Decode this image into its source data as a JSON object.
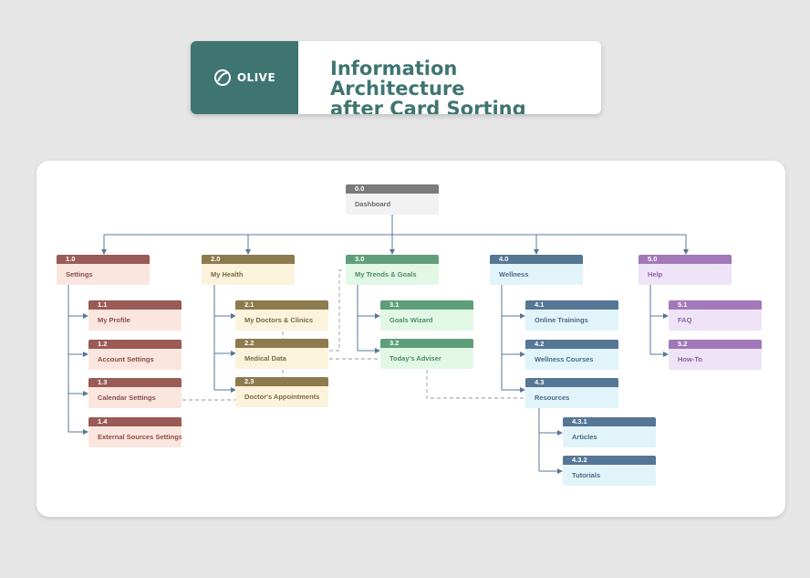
{
  "header": {
    "logo_text": "OLIVE",
    "title": "Information Architecture\nafter Card Sorting",
    "brand_color": "#3f7570"
  },
  "nodes": {
    "dashboard": {
      "num": "0.0",
      "label": "Dashboard"
    },
    "n1": {
      "num": "1.0",
      "label": "Settings"
    },
    "n1_1": {
      "num": "1.1",
      "label": "My Profile"
    },
    "n1_2": {
      "num": "1.2",
      "label": "Account Settings"
    },
    "n1_3": {
      "num": "1.3",
      "label": "Calendar Settings"
    },
    "n1_4": {
      "num": "1.4",
      "label": "External Sources Settings"
    },
    "n2": {
      "num": "2.0",
      "label": "My Health"
    },
    "n2_1": {
      "num": "2.1",
      "label": "My Doctors & Clinics"
    },
    "n2_2": {
      "num": "2.2",
      "label": "Medical Data"
    },
    "n2_3": {
      "num": "2.3",
      "label": "Doctor's Appointments"
    },
    "n3": {
      "num": "3.0",
      "label": "My Trends & Goals"
    },
    "n3_1": {
      "num": "3.1",
      "label": "Goals Wizard"
    },
    "n3_2": {
      "num": "3.2",
      "label": "Today's Adviser"
    },
    "n4": {
      "num": "4.0",
      "label": "Wellness"
    },
    "n4_1": {
      "num": "4.1",
      "label": "Online Trainings"
    },
    "n4_2": {
      "num": "4.2",
      "label": "Wellness Courses"
    },
    "n4_3": {
      "num": "4.3",
      "label": "Resources"
    },
    "n4_3_1": {
      "num": "4.3.1",
      "label": "Articles"
    },
    "n4_3_2": {
      "num": "4.3.2",
      "label": "Tutorials"
    },
    "n5": {
      "num": "5.0",
      "label": "Help"
    },
    "n5_1": {
      "num": "5.1",
      "label": "FAQ"
    },
    "n5_2": {
      "num": "5.2",
      "label": "How-To"
    }
  },
  "colors": {
    "dashboard": {
      "head": "#7b7b7b",
      "body": "#f2f2f2",
      "text": "#6a6a6a"
    },
    "settings": {
      "head": "#9a5a55",
      "body": "#fbe6df",
      "text": "#8a4d47"
    },
    "health": {
      "head": "#8d7a4e",
      "body": "#fbf3dc",
      "text": "#7a6a42"
    },
    "trends": {
      "head": "#5e9f79",
      "body": "#e2f8e6",
      "text": "#4f8a66"
    },
    "wellness": {
      "head": "#567695",
      "body": "#e1f4f9",
      "text": "#4a6886"
    },
    "help": {
      "head": "#a278b8",
      "body": "#efe3f8",
      "text": "#8d63a5"
    },
    "connector": "#5a7896",
    "dashed": "#9a9a9a"
  }
}
